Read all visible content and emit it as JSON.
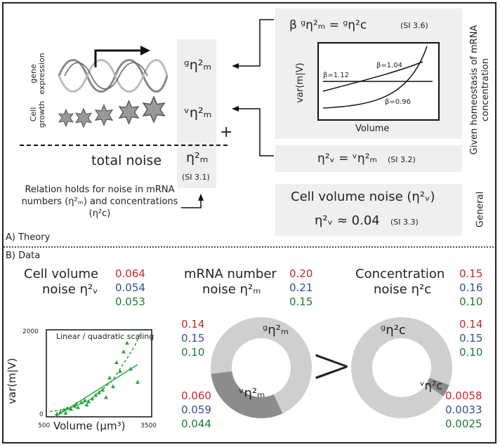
{
  "title": "Contributions to mRNA noise",
  "theory": {
    "gene_expression_label": "gene expression",
    "cell_growth_label": "Cell growth",
    "gm_symbol": "ᵍη²ₘ",
    "vm_symbol": "ᵛη²ₘ",
    "plus": "+",
    "total_noise_label": "total noise",
    "total_symbol": "η²ₘ",
    "total_ref": "(SI 3.1)",
    "relation_note": "Relation holds for noise in mRNA numbers (η²ₘ) and concentrations (η²c)",
    "beta_eq": "β ᵍη²ₘ = ᵍη²c",
    "beta_ref": "(SI 3.6)",
    "inset": {
      "ylabel": "var(m|V)",
      "xlabel": "Volume",
      "curves": [
        {
          "beta": 1.12,
          "label": "β=1.12"
        },
        {
          "beta": 1.04,
          "label": "β=1.04"
        },
        {
          "beta": 0.96,
          "label": "β=0.96"
        }
      ]
    },
    "v_eq": "η²ᵥ = ᵛη²ₘ",
    "v_ref": "(SI 3.2)",
    "cell_volume_title": "Cell volume noise (η²ᵥ)",
    "cell_volume_eq": "η²ᵥ ≈ 0.04",
    "cell_volume_ref": "(SI 3.3)",
    "side_label_homeostasis": "Given homeostasis of mRNA concentration",
    "side_label_general": "General",
    "section_a": "A) Theory"
  },
  "data_section": {
    "section_b": "B) Data",
    "cell_volume": {
      "title_line1": "Cell volume",
      "title_line2": "noise η²ᵥ",
      "values": [
        "0.064",
        "0.054",
        "0.053"
      ]
    },
    "mrna_number": {
      "title_line1": "mRNA number",
      "title_line2": "noise η²ₘ",
      "values": [
        "0.20",
        "0.21",
        "0.15"
      ],
      "g_label": "ᵍη²ₘ",
      "v_label": "ᵛη²ₘ",
      "g_values": [
        "0.14",
        "0.15",
        "0.10"
      ],
      "v_values": [
        "0.060",
        "0.059",
        "0.044"
      ]
    },
    "concentration": {
      "title_line1": "Concentration",
      "title_line2": "noise η²c",
      "values": [
        "0.15",
        "0.16",
        "0.10"
      ],
      "g_label": "ᵍη²c",
      "v_label": "ᵛη²c",
      "g_values": [
        "0.14",
        "0.15",
        "0.10"
      ],
      "v_values": [
        "0.0058",
        "0.0033",
        "0.0025"
      ]
    },
    "greater_than": ">",
    "series_colors": [
      "#c8262c",
      "#2f4f9a",
      "#1e7a35"
    ]
  },
  "chart_data": {
    "type": "scatter",
    "title": "Linear / quadratic scaling",
    "xlabel": "Volume (μm³)",
    "ylabel": "var(m|V)",
    "xlim": [
      500,
      3500
    ],
    "ylim": [
      0,
      2000
    ],
    "x_ticks": [
      "500",
      "3500"
    ],
    "y_ticks": [
      "0",
      "2000"
    ],
    "points": [
      [
        800,
        70
      ],
      [
        900,
        110
      ],
      [
        1000,
        160
      ],
      [
        1050,
        90
      ],
      [
        1100,
        200
      ],
      [
        1200,
        180
      ],
      [
        1300,
        250
      ],
      [
        1350,
        300
      ],
      [
        1400,
        220
      ],
      [
        1500,
        330
      ],
      [
        1600,
        380
      ],
      [
        1650,
        280
      ],
      [
        1700,
        350
      ],
      [
        1800,
        420
      ],
      [
        1900,
        500
      ],
      [
        2000,
        560
      ],
      [
        2100,
        620
      ],
      [
        2200,
        450
      ],
      [
        2300,
        900
      ],
      [
        2400,
        700
      ],
      [
        2500,
        1250
      ],
      [
        2600,
        1050
      ],
      [
        2700,
        1500
      ],
      [
        2800,
        1700
      ],
      [
        2900,
        1100
      ],
      [
        3100,
        800
      ]
    ],
    "fits": [
      {
        "kind": "linear",
        "style": "solid",
        "points": [
          [
            750,
            0
          ],
          [
            3100,
            1200
          ]
        ]
      },
      {
        "kind": "quadratic",
        "style": "dashed",
        "points": [
          [
            600,
            120
          ],
          [
            1200,
            200
          ],
          [
            1800,
            420
          ],
          [
            2400,
            850
          ],
          [
            3000,
            1600
          ],
          [
            3200,
            1950
          ]
        ]
      }
    ],
    "color": "#2aa33f"
  }
}
